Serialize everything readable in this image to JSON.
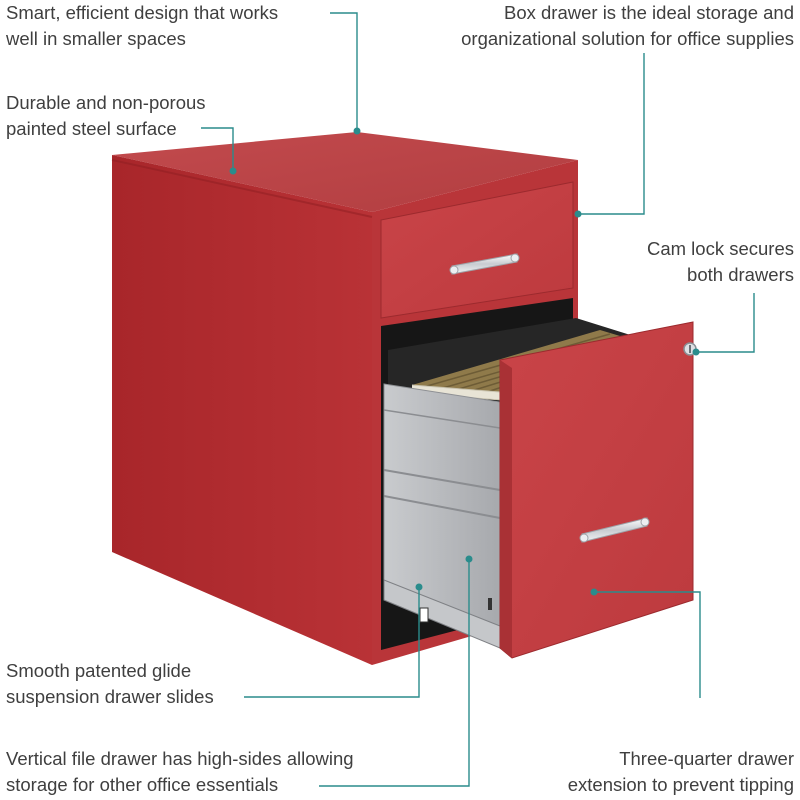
{
  "colors": {
    "cabinet_red": "#c0383b",
    "cabinet_side": "#b02a2e",
    "cabinet_top": "#b84548",
    "cabinet_front": "#c84448",
    "handle_chrome": "#e4e6ea",
    "drawer_interior": "#1e1e1e",
    "drawer_rail": "#b2b4b7",
    "hanging_folders": "#8f7a4a",
    "leader_line": "#2a8c8c",
    "text": "#3f3f3f"
  },
  "callouts": {
    "smart_design": {
      "line1": "Smart, efficient design that works",
      "line2": "well in smaller spaces"
    },
    "box_drawer": {
      "line1": "Box drawer is the ideal storage and",
      "line2": "organizational solution for office supplies"
    },
    "steel_surface": {
      "line1": "Durable and non-porous",
      "line2": "painted steel surface"
    },
    "cam_lock": {
      "line1": "Cam lock secures",
      "line2": "both drawers"
    },
    "glide_slides": {
      "line1": "Smooth patented glide",
      "line2": "suspension drawer slides"
    },
    "file_drawer": {
      "line1": "Vertical file drawer has high-sides allowing",
      "line2": "storage for other office essentials"
    },
    "extension": {
      "line1": "Three-quarter drawer",
      "line2": "extension to prevent tipping"
    }
  },
  "icons": {
    "leader_dot": "callout-dot-icon",
    "handle": "drawer-handle-icon",
    "lock": "cam-lock-icon"
  }
}
